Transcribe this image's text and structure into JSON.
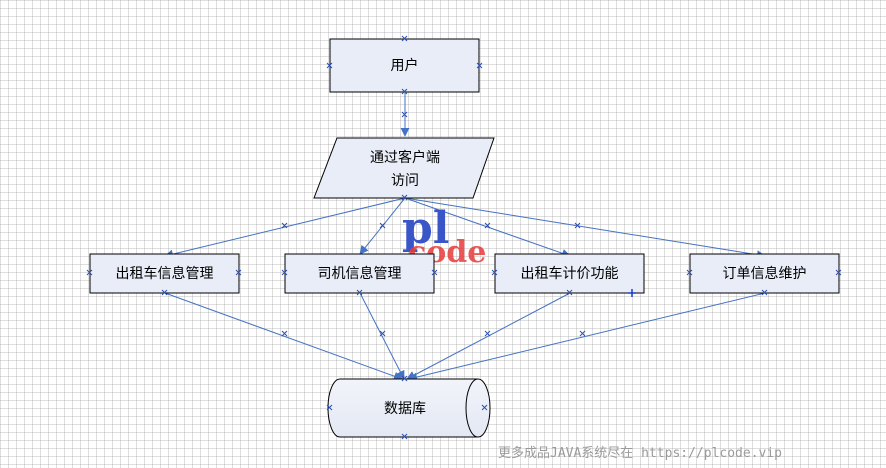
{
  "nodes": {
    "user": "用户",
    "client_line1": "通过客户端",
    "client_line2": "访问",
    "taxi_info": "出租车信息管理",
    "driver_info": "司机信息管理",
    "taxi_pricing": "出租车计价功能",
    "order_info": "订单信息维护",
    "database": "数据库"
  },
  "watermark": {
    "part1": "pl",
    "part2": "code"
  },
  "footer": "更多成品JAVA系统尽在 https://plcode.vip",
  "colors": {
    "node_fill": "#e8edf7",
    "node_border": "#000000",
    "edge": "#4472c4"
  }
}
